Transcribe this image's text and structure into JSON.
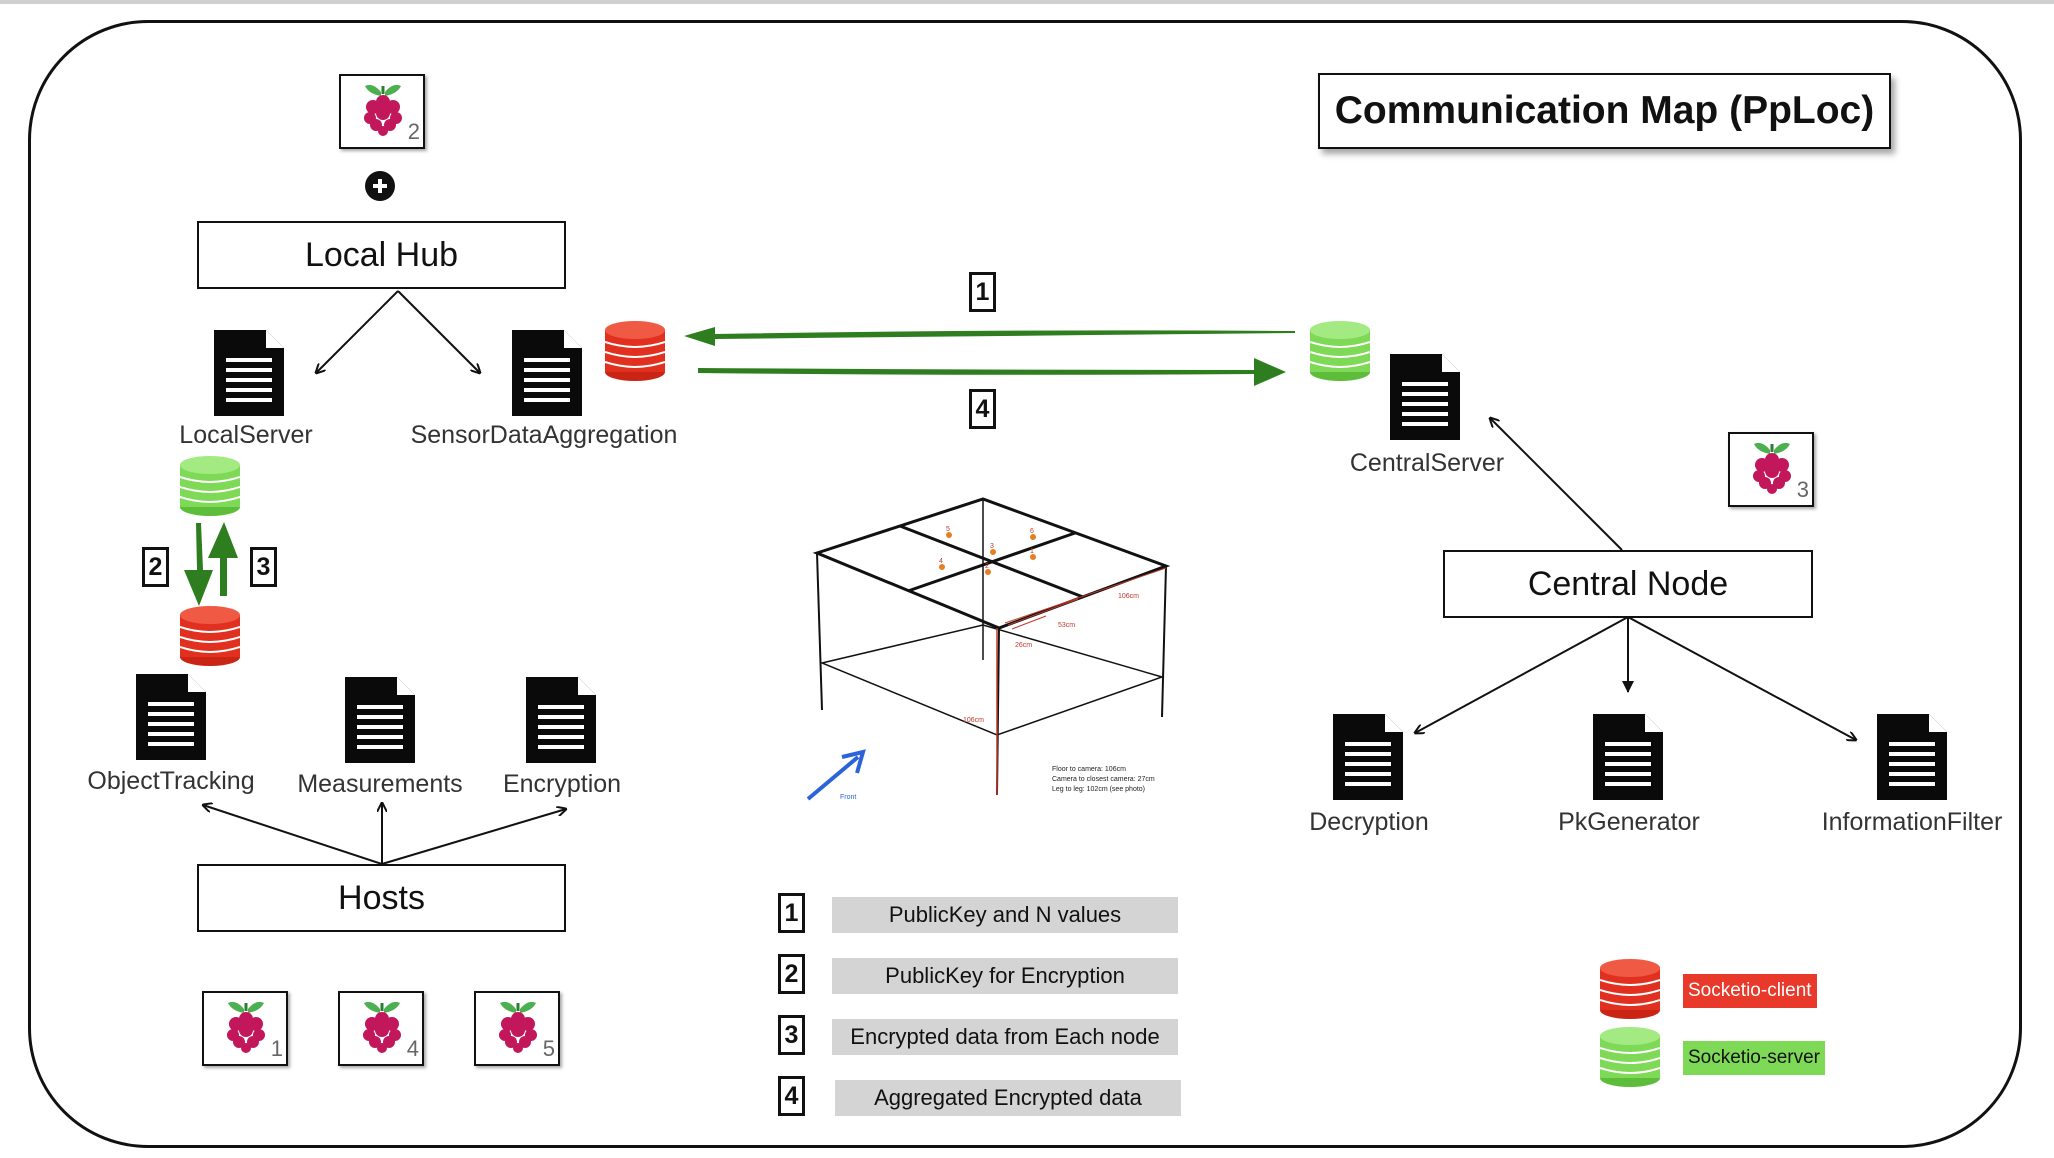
{
  "title": "Communication Map (PpLoc)",
  "nodes": {
    "local_hub": "Local Hub",
    "hosts": "Hosts",
    "central_node": "Central Node"
  },
  "files": {
    "local_server": "LocalServer",
    "sensor_data_aggregation": "SensorDataAggregation",
    "central_server": "CentralServer",
    "object_tracking": "ObjectTracking",
    "measurements": "Measurements",
    "encryption": "Encryption",
    "decryption": "Decryption",
    "pk_generator": "PkGenerator",
    "information_filter": "InformationFilter"
  },
  "pi_numbers": {
    "hub": "2",
    "central": "3",
    "host1": "1",
    "host2": "4",
    "host3": "5"
  },
  "step_markers": {
    "top": "1",
    "bottom": "4",
    "down": "2",
    "up": "3"
  },
  "legend_steps": [
    {
      "num": "1",
      "label": "PublicKey and N values"
    },
    {
      "num": "2",
      "label": "PublicKey for Encryption"
    },
    {
      "num": "3",
      "label": "Encrypted data from Each node"
    },
    {
      "num": "4",
      "label": "Aggregated Encrypted data"
    }
  ],
  "socket_legend": {
    "client": "Socketio-client",
    "server": "Socketio-server"
  },
  "photo_labels": {
    "dim_top": "106cm",
    "dim_mid": "53cm",
    "dim_small": "26cm",
    "dim_leg": "106cm",
    "front": "Front",
    "notes": [
      "Floor to camera: 106cm",
      "Camera to closest camera: 27cm",
      "Leg to leg: 102cm (see photo)"
    ],
    "cams": [
      "5",
      "3",
      "6",
      "4",
      "2",
      "1"
    ]
  },
  "colors": {
    "client_red": "#e1301f",
    "server_green": "#7ed957",
    "arrow_green": "#2e7d1e",
    "legend_gray": "#d4d4d4",
    "tag_red": "#e8392b",
    "tag_green": "#7ed957"
  }
}
